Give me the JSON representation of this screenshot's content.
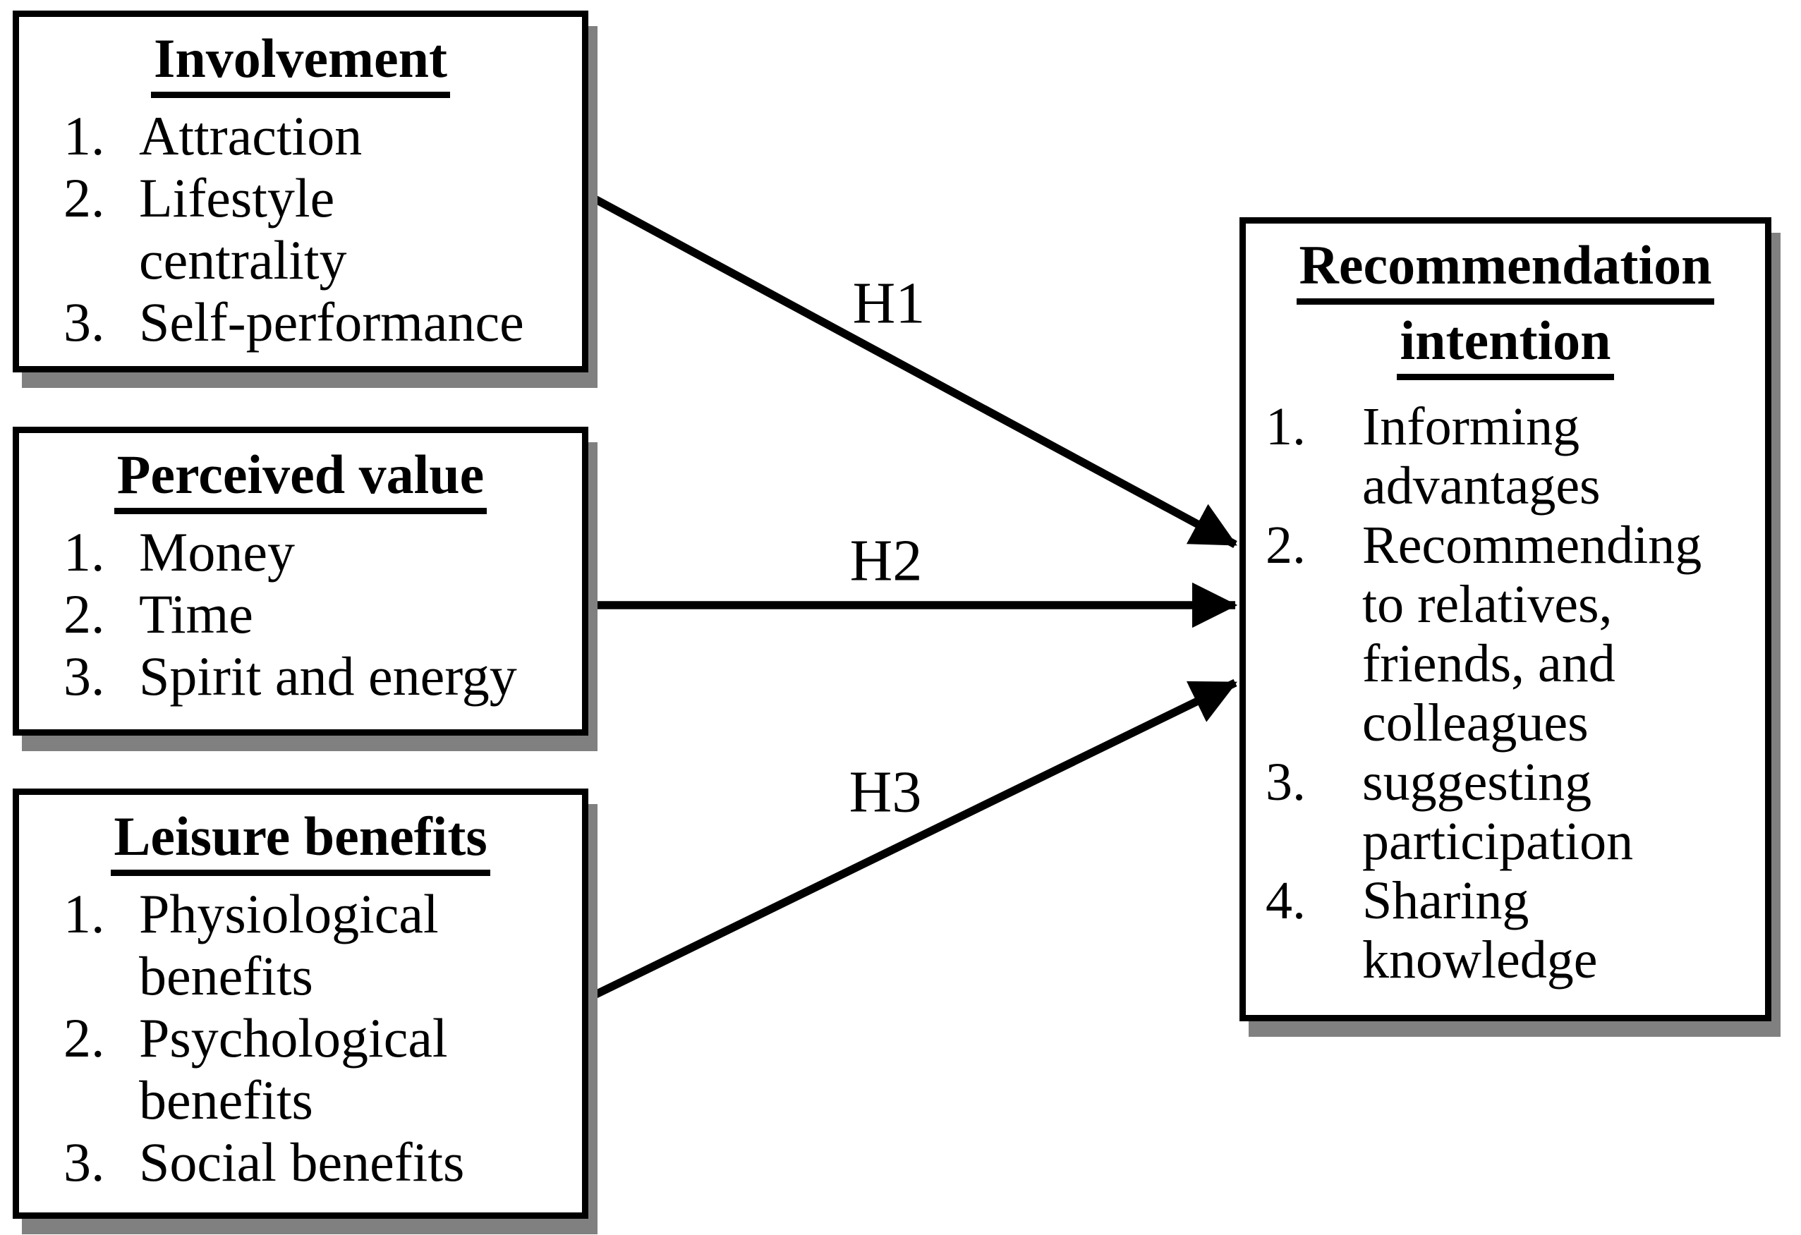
{
  "figure": {
    "background": "#ffffff",
    "colors": {
      "box_border": "#000000",
      "box_fill": "#ffffff",
      "box_shadow": "#808080",
      "arrow": "#000000",
      "text": "#000000"
    },
    "boxes": [
      {
        "id": "involvement",
        "title": "Involvement",
        "items": [
          {
            "num": "1.",
            "lines": [
              "Attraction"
            ]
          },
          {
            "num": "2.",
            "lines": [
              "Lifestyle",
              "centrality"
            ]
          },
          {
            "num": "3.",
            "lines": [
              "Self-performance"
            ]
          }
        ]
      },
      {
        "id": "perceived-value",
        "title": "Perceived value",
        "items": [
          {
            "num": "1.",
            "lines": [
              "Money"
            ]
          },
          {
            "num": "2.",
            "lines": [
              "Time"
            ]
          },
          {
            "num": "3.",
            "lines": [
              "Spirit and energy"
            ]
          }
        ]
      },
      {
        "id": "leisure-benefits",
        "title": "Leisure benefits",
        "items": [
          {
            "num": "1.",
            "lines": [
              "Physiological",
              "benefits"
            ]
          },
          {
            "num": "2.",
            "lines": [
              "Psychological",
              "benefits"
            ]
          },
          {
            "num": "3.",
            "lines": [
              "Social benefits"
            ]
          }
        ]
      },
      {
        "id": "recommendation-intention",
        "title_lines": [
          "Recommendation",
          "intention"
        ],
        "items": [
          {
            "num": "1.",
            "lines": [
              "Informing",
              "advantages"
            ]
          },
          {
            "num": "2.",
            "lines": [
              "Recommending",
              "to relatives,",
              "friends, and",
              "colleagues"
            ]
          },
          {
            "num": "3.",
            "lines": [
              "suggesting",
              "participation"
            ]
          },
          {
            "num": "4.",
            "lines": [
              "Sharing",
              "knowledge"
            ]
          }
        ]
      }
    ],
    "arrows": [
      {
        "label": "H1",
        "from": "involvement",
        "to": "recommendation-intention"
      },
      {
        "label": "H2",
        "from": "perceived-value",
        "to": "recommendation-intention"
      },
      {
        "label": "H3",
        "from": "leisure-benefits",
        "to": "recommendation-intention"
      }
    ]
  }
}
